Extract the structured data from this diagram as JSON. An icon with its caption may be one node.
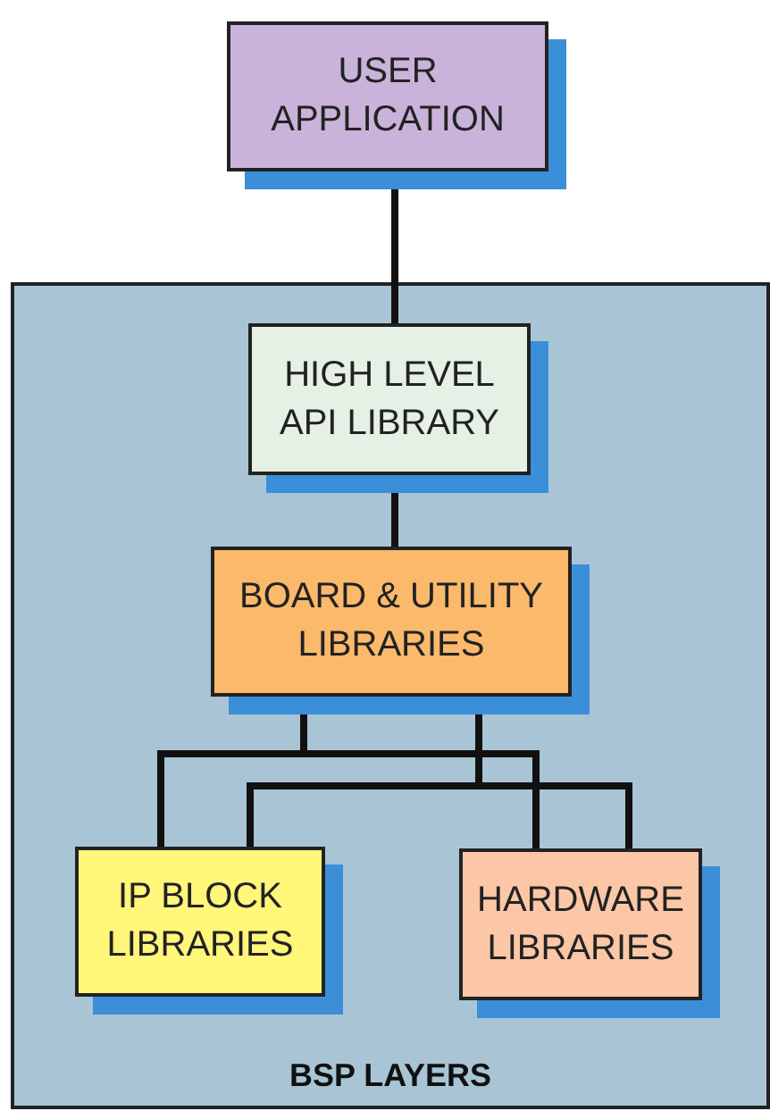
{
  "diagram": {
    "nodes": [
      {
        "text": [
          "USER APPLICATION"
        ]
      },
      {
        "text": [
          "BSP LAYERS"
        ]
      },
      {
        "text": [
          "HIGH LEVEL API LIBRARY"
        ],
        "in": 1
      },
      {
        "text": [
          "BOARD & UTILITY LIBRARIES"
        ],
        "in": 1
      },
      {
        "text": [
          "IP BLOCK LIBRARIES"
        ],
        "in": 1
      },
      {
        "text": [
          "HARDWARE LIBRARIES"
        ],
        "in": 1
      }
    ],
    "edges": [
      {
        "from": 0,
        "to": 2,
        "arrow": "none"
      },
      {
        "from": 2,
        "to": 3,
        "arrow": "none"
      },
      {
        "from": 3,
        "to": 4,
        "arrow": "none"
      },
      {
        "from": 3,
        "to": 5,
        "arrow": "none"
      },
      {
        "from": 3,
        "to": 4,
        "arrow": "none"
      },
      {
        "from": 3,
        "to": 5,
        "arrow": "none"
      }
    ]
  }
}
